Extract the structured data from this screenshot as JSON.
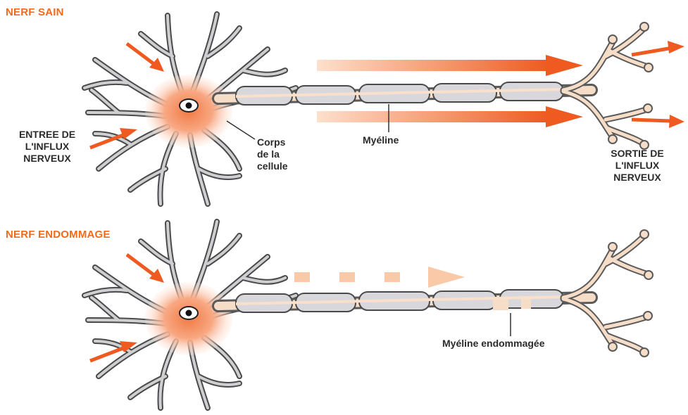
{
  "colors": {
    "accent": "#f26a1b",
    "cell_body": "#f7a57c",
    "dendrite_fill": "#c9c9cc",
    "outline": "#4a4a4a",
    "axon_core": "#f8e0cc"
  },
  "sections": {
    "healthy": {
      "title": "NERF SAIN"
    },
    "damaged": {
      "title": "NERF ENDOMMAGE"
    }
  },
  "labels": {
    "input_line1": "ENTREE DE",
    "input_line2": "L'INFLUX",
    "input_line3": "NERVEUX",
    "cell_body_line1": "Corps",
    "cell_body_line2": "de la",
    "cell_body_line3": "cellule",
    "myelin": "Myéline",
    "output_line1": "SORTIE DE",
    "output_line2": "L'INFLUX",
    "output_line3": "NERVEUX",
    "damaged_myelin": "Myéline endommagée"
  },
  "icons": {
    "signal_arrow": "orange-arrow-icon",
    "faded_signal": "dashed-arrow-icon"
  }
}
